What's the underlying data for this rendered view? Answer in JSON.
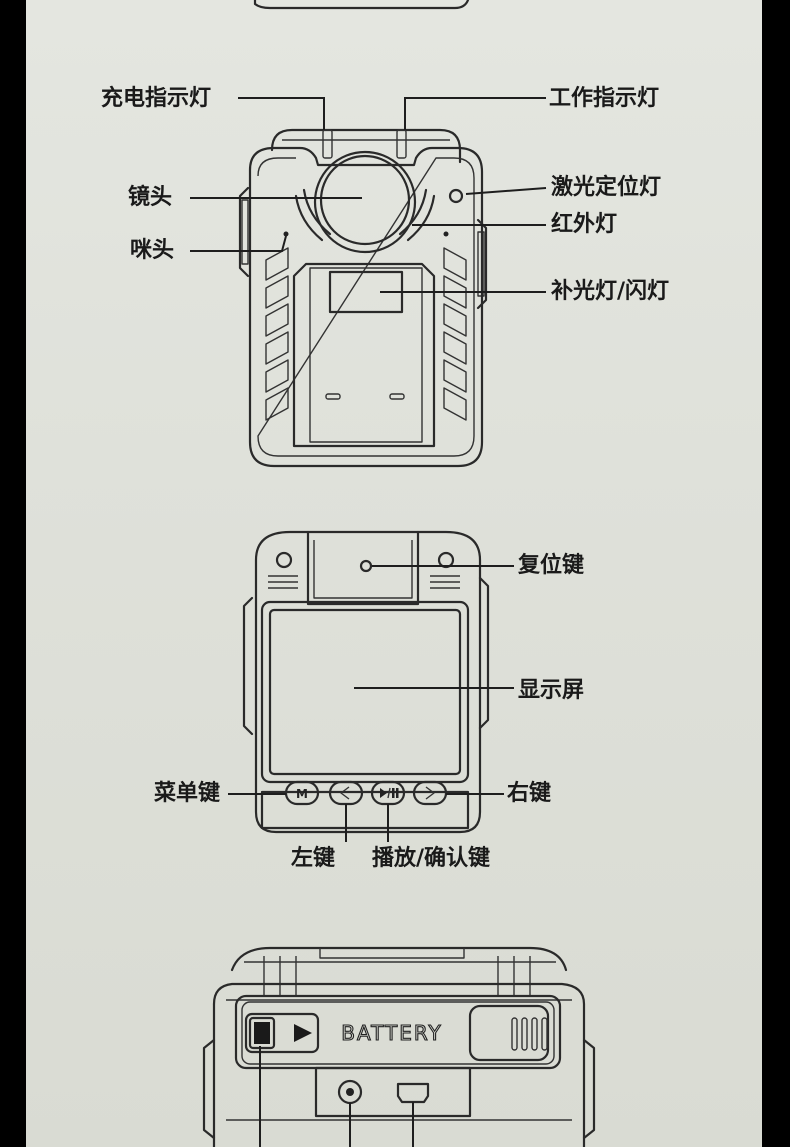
{
  "diagram": {
    "front_view": {
      "charge_indicator": "充电指示灯",
      "work_indicator": "工作指示灯",
      "lens": "镜头",
      "laser_locator": "激光定位灯",
      "infrared": "红外灯",
      "microphone": "咪头",
      "fill_flash": "补光灯/闪灯"
    },
    "back_view": {
      "reset": "复位键",
      "display": "显示屏",
      "menu_key": "菜单键",
      "right_key": "右键",
      "left_key": "左键",
      "play_confirm": "播放/确认键",
      "menu_button_glyph": "M"
    },
    "bottom_view": {
      "battery_text": "BATTERY"
    }
  }
}
